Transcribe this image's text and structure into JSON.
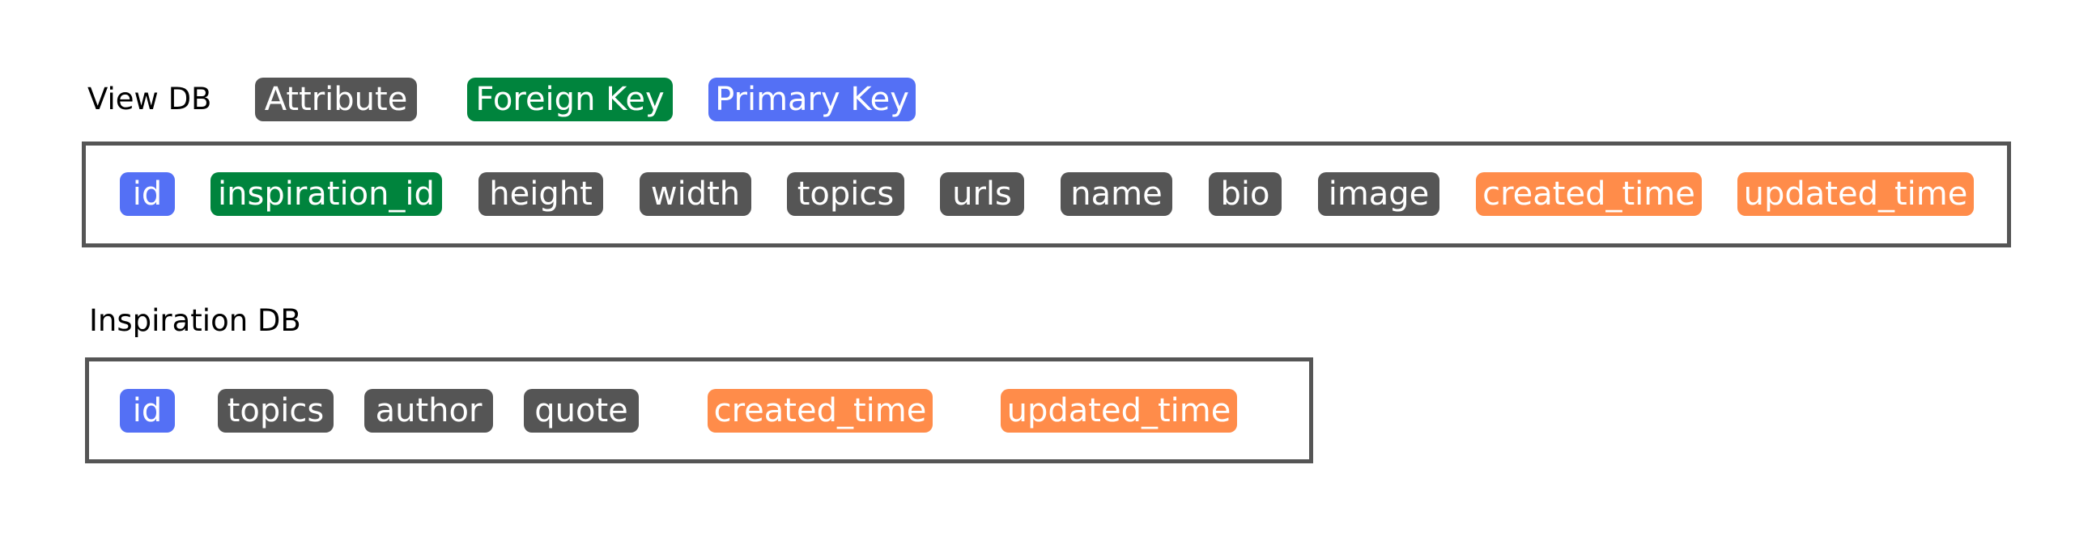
{
  "colors": {
    "attribute": "#555555",
    "foreign_key": "#00843d",
    "primary_key": "#5470f5",
    "timestamp": "#ff8c4a",
    "border": "#555555"
  },
  "legend": {
    "title": "View DB",
    "attribute": "Attribute",
    "foreign_key": "Foreign Key",
    "primary_key": "Primary Key"
  },
  "view_db": {
    "fields": [
      "id",
      "inspiration_id",
      "height",
      "width",
      "topics",
      "urls",
      "name",
      "bio",
      "image",
      "created_time",
      "updated_time"
    ],
    "kinds": [
      "primary_key",
      "foreign_key",
      "attribute",
      "attribute",
      "attribute",
      "attribute",
      "attribute",
      "attribute",
      "attribute",
      "timestamp",
      "timestamp"
    ]
  },
  "inspiration_db": {
    "title": "Inspiration DB",
    "fields": [
      "id",
      "topics",
      "author",
      "quote",
      "created_time",
      "updated_time"
    ],
    "kinds": [
      "primary_key",
      "attribute",
      "attribute",
      "attribute",
      "timestamp",
      "timestamp"
    ]
  }
}
